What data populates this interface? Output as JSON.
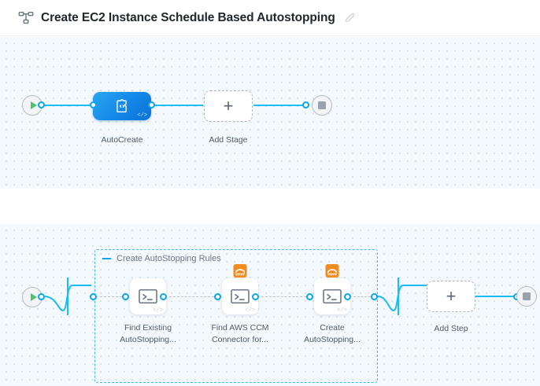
{
  "header": {
    "icon": "pipeline-nodes-icon",
    "title": "Create EC2 Instance Schedule Based Autostopping",
    "edit_icon": "pencil-edit-icon"
  },
  "theme": {
    "accent_blue": "#19bcf7",
    "port_blue": "#0ba5ec",
    "stage_blue": "#1387e8",
    "group_border": "#45b5f0",
    "canvas_bg": "#f4f9fd",
    "canvas_dot": "#d6e4ef",
    "start_green": "#4dc36a",
    "stop_gray": "#9aa3ad",
    "ccm_orange": "#f08c20",
    "label_gray": "#4f5b67"
  },
  "stage_canvas": {
    "start_node": {
      "name": "start-node",
      "icon": "play-icon"
    },
    "end_node": {
      "name": "end-node",
      "icon": "stop-icon"
    },
    "stages": [
      {
        "label": "AutoCreate",
        "icon": "custom-stage-code-icon",
        "type": "custom-stage"
      }
    ],
    "add_stage": {
      "label": "Add Stage",
      "icon": "plus-icon"
    }
  },
  "step_canvas": {
    "start_node": {
      "name": "start-node",
      "icon": "play-icon"
    },
    "end_node": {
      "name": "end-node",
      "icon": "stop-icon"
    },
    "group": {
      "title": "Create AutoStopping Rules",
      "collapse_icon": "minus-icon",
      "steps": [
        {
          "label_line1": "Find Existing",
          "label_line2": "AutoStopping...",
          "icon": "terminal-shell-icon",
          "badge": null
        },
        {
          "label_line1": "Find AWS CCM",
          "label_line2": "Connector for...",
          "icon": "terminal-shell-icon",
          "badge": "aws-ccm-icon"
        },
        {
          "label_line1": "Create",
          "label_line2": "AutoStopping...",
          "icon": "terminal-shell-icon",
          "badge": "aws-ccm-icon"
        }
      ]
    },
    "add_step": {
      "label": "Add Step",
      "icon": "plus-icon"
    }
  }
}
